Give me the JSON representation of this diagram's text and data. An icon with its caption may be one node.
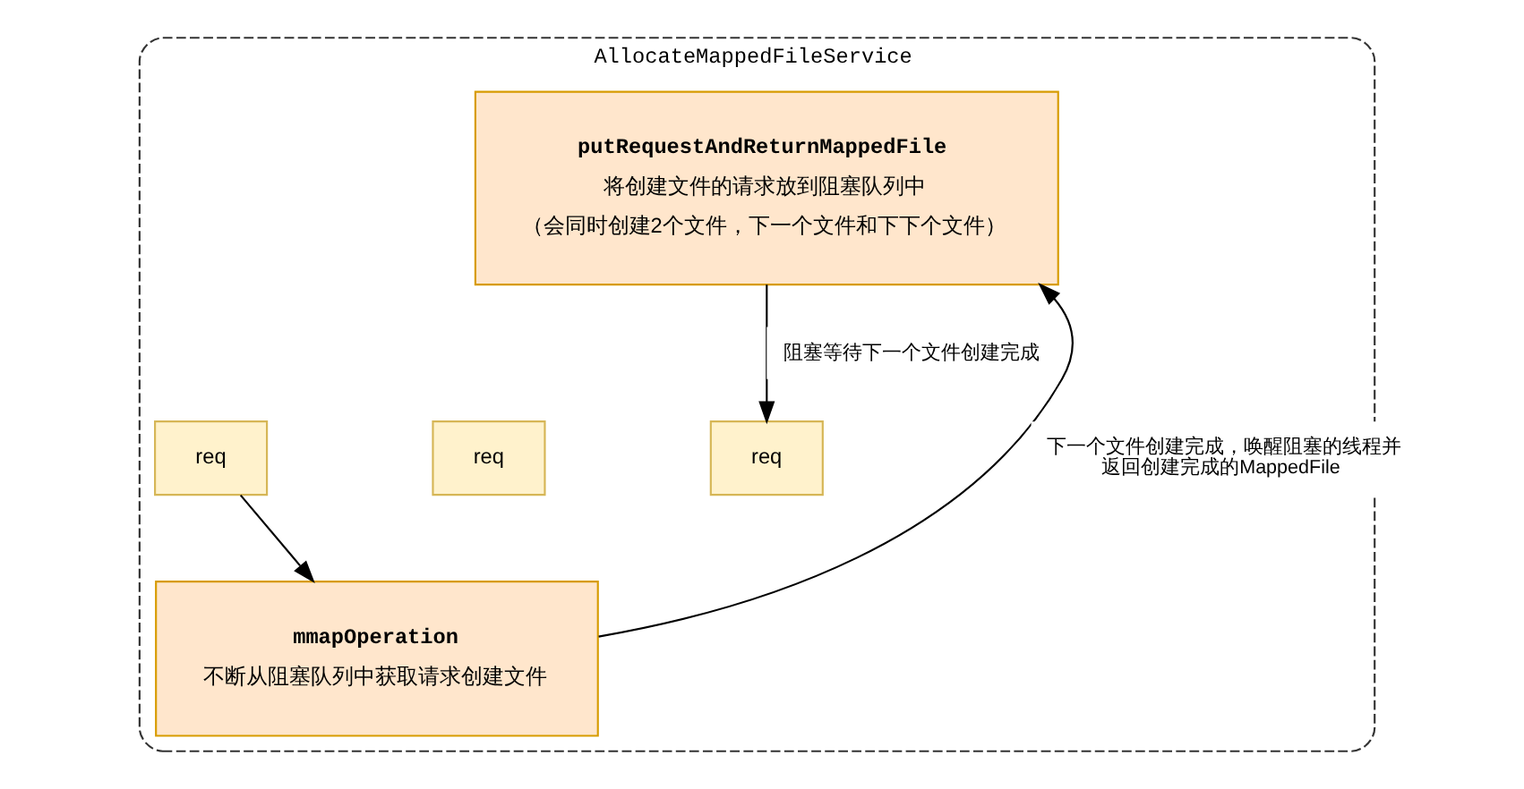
{
  "diagram": {
    "nodes": [
      {
        "text": [
          "AllocateMappedFileService"
        ]
      },
      {
        "text": [
          "putRequestAndReturnMappedFile",
          "将创建文件的请求放到阻塞队列中",
          "（会同时创建2个文件，下一个文件和下下个文件）"
        ],
        "in": 0
      },
      {
        "text": [
          "req"
        ],
        "in": 0
      },
      {
        "text": [
          "req"
        ],
        "in": 0
      },
      {
        "text": [
          "req"
        ],
        "in": 0
      },
      {
        "text": [
          "mmapOperation",
          "不断从阻塞队列中获取请求创建文件"
        ],
        "in": 0
      }
    ],
    "edges": [
      {
        "from": 1,
        "to": 4,
        "arrow": "to",
        "label": "阻塞等待下一个文件创建完成"
      },
      {
        "from": 2,
        "to": 5,
        "arrow": "to"
      },
      {
        "from": 5,
        "to": 1,
        "arrow": "to",
        "label": "下一个文件创建完成，唤醒阻塞的线程并返回创建完成的MappedFile"
      }
    ]
  }
}
